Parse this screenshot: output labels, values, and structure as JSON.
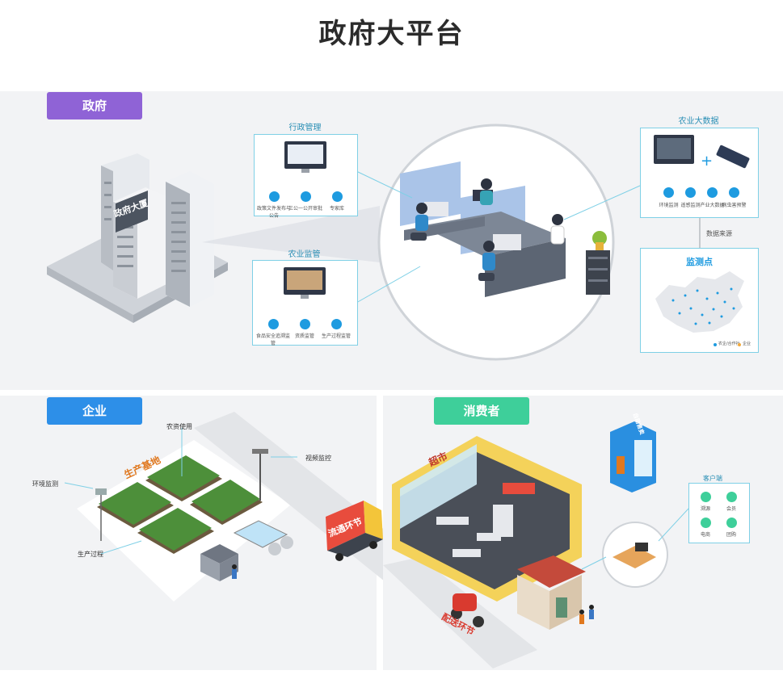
{
  "title": "政府大平台",
  "colors": {
    "gov": "#8f63d6",
    "enterprise": "#2d8fe8",
    "consumer": "#3ecf9a",
    "line": "#7fd0e6"
  },
  "government": {
    "tag": "政府",
    "building_sign": "政府大厦",
    "admin": {
      "title": "行政管理",
      "items": [
        "政策文件发布与公告",
        "三公一公开审批",
        "专家库"
      ]
    },
    "supervision": {
      "title": "农业监管",
      "items": [
        "食品安全追溯监管",
        "资质监管",
        "生产过程监管"
      ]
    },
    "bigdata": {
      "title": "农业大数据",
      "items": [
        "环境监测",
        "遥感监测",
        "产业大数据",
        "病虫害预警"
      ],
      "icons": [
        "monitor-icon",
        "plus-icon",
        "satellite-icon"
      ]
    },
    "data_source": "数据来源",
    "monitor": {
      "title": "监测点",
      "legend": [
        "农企/合作社",
        "企业"
      ]
    }
  },
  "enterprise": {
    "tag": "企业",
    "labels": {
      "base": "生产基地",
      "inputs": "农资使用",
      "env": "环境监测",
      "video": "视频监控",
      "process": "生产过程",
      "truck": "流通环节"
    }
  },
  "consumer": {
    "tag": "消费者",
    "labels": {
      "market": "超市",
      "vending": "自助售卖",
      "client": "客户端",
      "delivery": "配送环节"
    },
    "client_items": [
      "溯源",
      "会员",
      "电商",
      "团购"
    ]
  }
}
